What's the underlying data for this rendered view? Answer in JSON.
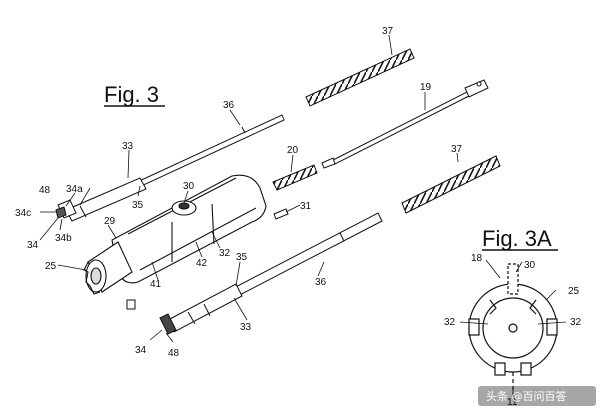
{
  "figures": {
    "fig3": {
      "title": "Fig. 3"
    },
    "fig3a": {
      "title": "Fig. 3A"
    }
  },
  "labels": {
    "l37_top": "37",
    "l36_top": "36",
    "l19": "19",
    "l33_top": "33",
    "l20": "20",
    "l37_mid": "37",
    "l48_top": "48",
    "l34a": "34a",
    "l30": "30",
    "l35_top": "35",
    "l34c": "34c",
    "l31": "31",
    "l29": "29",
    "l34_top": "34",
    "l34b": "34b",
    "l32": "32",
    "l25": "25",
    "l42": "42",
    "l41": "41",
    "l35_bot": "35",
    "l36_bot": "36",
    "l33_bot": "33",
    "l34_bot": "34",
    "l48_bot": "48",
    "l18": "18",
    "l30_a": "30",
    "l25_a": "25",
    "l32_left": "32",
    "l32_right": "32",
    "l11": "11"
  },
  "watermark": {
    "text": "头条 @百问百答"
  }
}
